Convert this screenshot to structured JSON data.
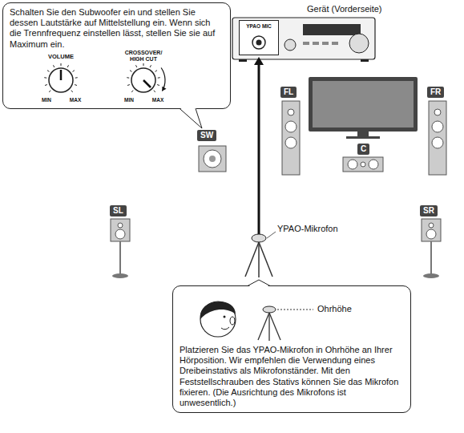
{
  "diagram": {
    "nodes": [
      {
        "text": [
          "Schalten Sie den Subwoofer ein und stellen Sie dessen Lautstärke auf Mittelstellung ein. Wenn sich die Trennfrequenz einstellen lässt, stellen Sie sie auf Maximum ein."
        ]
      },
      {
        "text": [
          "YPAO MIC"
        ]
      },
      {
        "text": [
          "FL"
        ]
      },
      {
        "text": [
          "FR"
        ]
      },
      {
        "text": [
          "C"
        ]
      },
      {
        "text": [
          "SW"
        ]
      },
      {
        "text": [
          "SL"
        ]
      },
      {
        "text": [
          "SR"
        ]
      },
      {
        "text": [
          "Platzieren Sie das YPAO-Mikrofon in Ohrhöhe an Ihrer Hörposition. Wir empfehlen die Verwendung eines Dreibeinstativs als Mikrofonständer. Mit den Feststellschrauben des Stativs können Sie das Mikrofon fixieren. (Die Ausrichtung des Mikrofons ist unwesentlich.)"
        ]
      }
    ],
    "labels": [
      "Gerät (Vorderseite)",
      "VOLUME",
      "CROSSOVER/ HIGH CUT",
      "MIN",
      "MAX",
      "MIN",
      "MAX",
      "YPAO-Mikrofon",
      "Ohrhöhe"
    ]
  }
}
